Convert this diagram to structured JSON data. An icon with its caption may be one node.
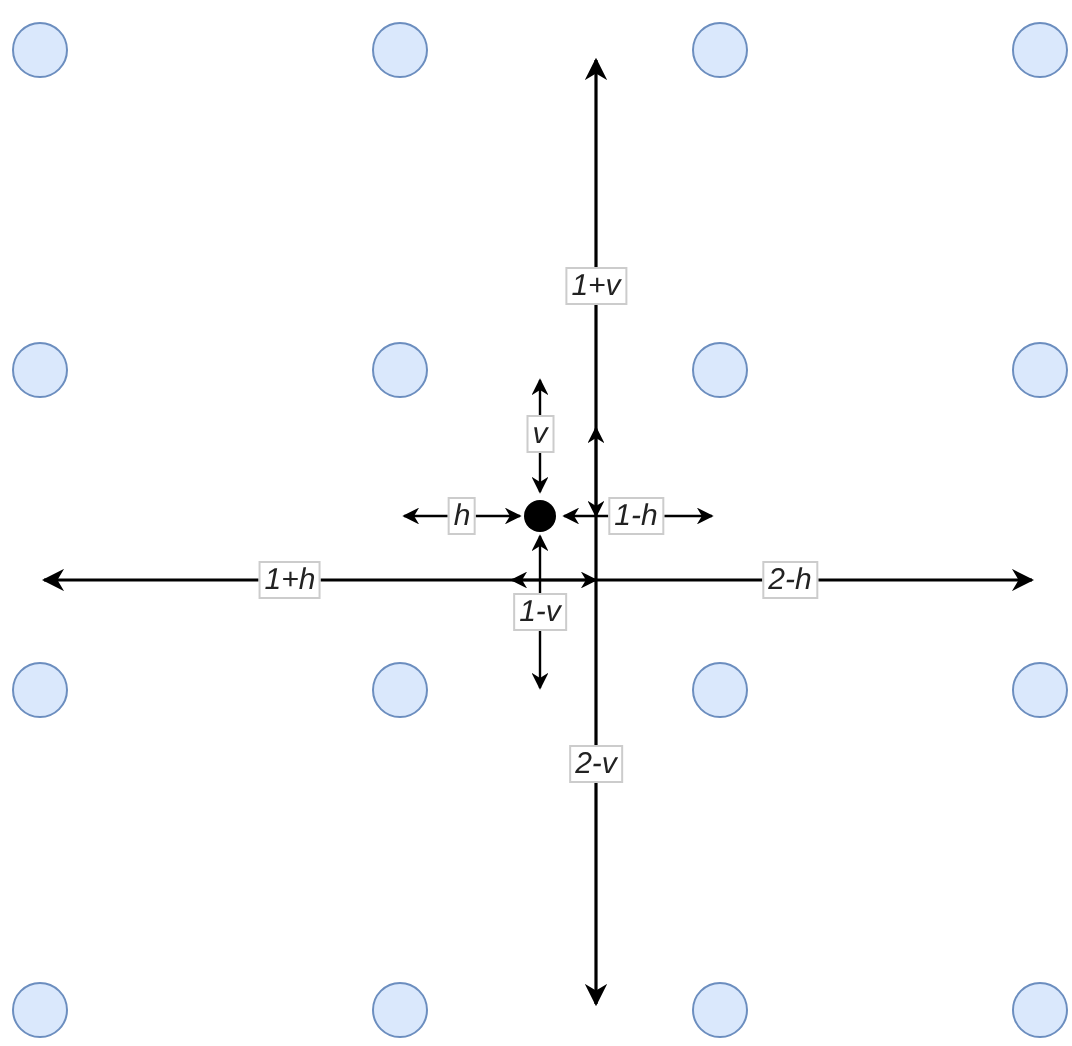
{
  "diagram": {
    "nodes": [
      {
        "text": [],
        "shape": "circle"
      },
      {
        "text": [],
        "shape": "circle"
      },
      {
        "text": [],
        "shape": "circle"
      },
      {
        "text": [],
        "shape": "circle"
      },
      {
        "text": [],
        "shape": "circle"
      },
      {
        "text": [],
        "shape": "circle"
      },
      {
        "text": [],
        "shape": "circle"
      },
      {
        "text": [],
        "shape": "circle"
      },
      {
        "text": [],
        "shape": "circle"
      },
      {
        "text": [],
        "shape": "circle"
      },
      {
        "text": [],
        "shape": "circle"
      },
      {
        "text": [],
        "shape": "circle"
      },
      {
        "text": [],
        "shape": "circle"
      },
      {
        "text": [],
        "shape": "circle"
      },
      {
        "text": [],
        "shape": "circle"
      },
      {
        "text": [],
        "shape": "circle"
      },
      {
        "text": [],
        "shape": "circle"
      }
    ],
    "labels": [
      "1+v",
      "v",
      "h",
      "1-h",
      "1+h",
      "1-v",
      "2-h",
      "2-v"
    ]
  }
}
